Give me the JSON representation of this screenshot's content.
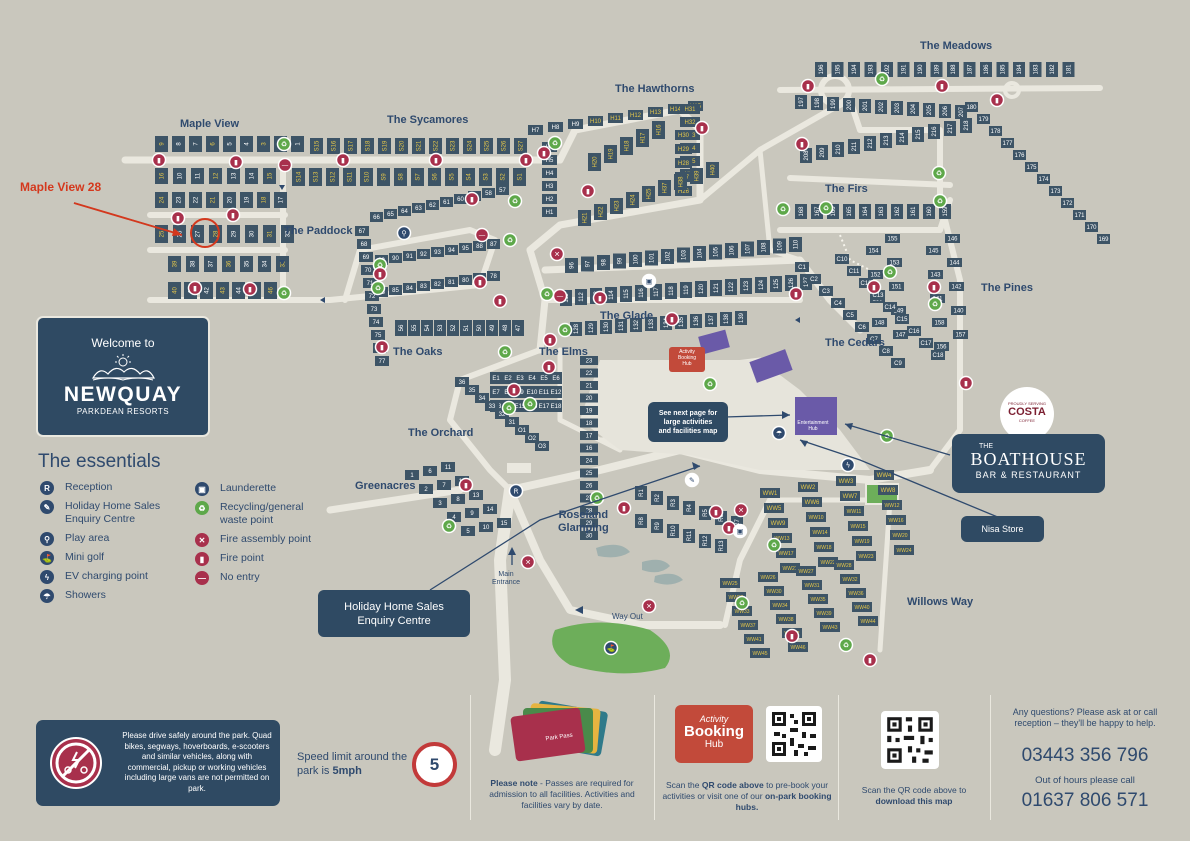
{
  "annotation": {
    "label": "Maple View 28",
    "color": "#d4381d"
  },
  "areas": {
    "maple_view": "Maple View",
    "sycamores": "The Sycamores",
    "hawthorns": "The Hawthorns",
    "meadows": "The Meadows",
    "firs": "The Firs",
    "paddock": "The Paddock",
    "pines": "The Pines",
    "glade": "The Glade",
    "cedars": "The Cedars",
    "oaks": "The Oaks",
    "elms": "The Elms",
    "orchard": "The Orchard",
    "greenacres": "Greenacres",
    "roseland": "Roseland\nGlamping",
    "willows": "Willows Way"
  },
  "welcome": {
    "to": "Welcome to",
    "name": "NEWQUAY",
    "sub": "PARKDEAN RESORTS"
  },
  "essentials": {
    "title": "The essentials",
    "left": [
      {
        "icon": "reception-icon",
        "glyph": "R",
        "label": "Reception"
      },
      {
        "icon": "holiday-home-sales-icon",
        "glyph": "✎",
        "label": "Holiday Home Sales\nEnquiry Centre"
      },
      {
        "icon": "play-area-icon",
        "glyph": "⚲",
        "label": "Play area"
      },
      {
        "icon": "mini-golf-icon",
        "glyph": "⛳",
        "label": "Mini golf"
      },
      {
        "icon": "ev-charging-icon",
        "glyph": "ϟ",
        "label": "EV charging point"
      },
      {
        "icon": "showers-icon",
        "glyph": "☂",
        "label": "Showers"
      }
    ],
    "right": [
      {
        "icon": "launderette-icon",
        "glyph": "▣",
        "label": "Launderette"
      },
      {
        "icon": "recycling-icon",
        "glyph": "♻",
        "label": "Recycling/general\nwaste point"
      },
      {
        "icon": "fire-assembly-icon",
        "glyph": "✕",
        "label": "Fire assembly point"
      },
      {
        "icon": "fire-point-icon",
        "glyph": "▮",
        "label": "Fire point"
      },
      {
        "icon": "no-entry-icon",
        "glyph": "—",
        "label": "No entry"
      }
    ]
  },
  "callouts": {
    "sales": "Holiday Home Sales\nEnquiry Centre",
    "nisa": "Nisa Store",
    "see_next": "See next page for\nlarge activities\nand facilities map",
    "main_entrance": "Main\nEntrance",
    "way_out": "Way Out",
    "entertainment_hub": "Entertainment\nHub",
    "activity_hub_small": "Activity\nBooking\nHub"
  },
  "costa": {
    "top": "PROUDLY SERVING",
    "brand": "COSTA",
    "bottom": "COFFEE"
  },
  "boathouse": {
    "the": "THE",
    "name": "BOATHOUSE",
    "sub": "BAR & RESTAURANT"
  },
  "footer": {
    "safety": "Please drive safely around the park. Quad bikes, segways, hoverboards, e-scooters and similar vehicles, along with commercial, pickup or working vehicles including large vans are not permitted on park.",
    "speed_text": "Speed limit around the park is ",
    "speed_bold": "5mph",
    "speed_value": "5",
    "passes_bold": "Please note",
    "passes_text": " - Passes are required for admission to all facilities. Activities and facilities vary by date.",
    "pass_card": "Park Pass",
    "activity_logo": [
      "Activity",
      "Booking",
      "Hub"
    ],
    "qr_text_1": "Scan the ",
    "qr_text_bold_1": "QR code above",
    "qr_text_2": " to pre-book your activities or visit one of our ",
    "qr_text_bold_2": "on-park booking hubs.",
    "scan_text": "Scan the QR code above to ",
    "scan_bold": "download this map",
    "questions": "Any questions? Please ask at or call reception – they'll be happy to help.",
    "phone1": "03443 356 796",
    "out_hours": "Out of hours please call",
    "phone2": "01637 806 571"
  },
  "colors": {
    "background": "#c9c7bd",
    "road": "#eae8df",
    "navy": "#2f4a63",
    "plot": "#3d5466",
    "yellow": "#e6c84a",
    "fire_red": "#a8304c",
    "recycle_green": "#5ea84a",
    "legend_blue": "#2f4a6e",
    "purple": "#6a5aa8",
    "water": "#9fb0ae",
    "grass": "#6dae5a"
  },
  "plots": [
    {
      "g": "mv",
      "labels": [
        "9",
        "8",
        "7",
        "6",
        "5",
        "4",
        "3",
        "2",
        "1"
      ]
    },
    {
      "g": "mv",
      "labels": [
        "16",
        "10",
        "11",
        "12",
        "13",
        "14",
        "15"
      ]
    },
    {
      "g": "mv",
      "labels": [
        "24",
        "23",
        "22",
        "21",
        "20",
        "19",
        "18",
        "17"
      ]
    },
    {
      "g": "mv",
      "labels": [
        "25",
        "26",
        "27",
        "28",
        "29",
        "30",
        "31",
        "32"
      ]
    },
    {
      "g": "mv",
      "labels": [
        "39",
        "38",
        "37",
        "36",
        "35",
        "34",
        "33"
      ]
    },
    {
      "g": "mv",
      "labels": [
        "40",
        "41",
        "42",
        "43",
        "44",
        "45",
        "46"
      ]
    },
    {
      "g": "syc",
      "labels": [
        "S15",
        "S16",
        "S17",
        "S18",
        "S19",
        "S20",
        "S21",
        "S22",
        "S23",
        "S24",
        "S25",
        "S26",
        "S27"
      ]
    },
    {
      "g": "syc",
      "labels": [
        "S14",
        "S13",
        "S12",
        "S11",
        "S10",
        "S9",
        "S8",
        "S7",
        "S6",
        "S5",
        "S4",
        "S3",
        "S2",
        "S1"
      ]
    },
    {
      "g": "haw",
      "labels": [
        "H7",
        "H8",
        "H9",
        "H10",
        "H11",
        "H12",
        "H13",
        "H14",
        "H15"
      ]
    },
    {
      "g": "haw",
      "labels": [
        "H6",
        "H5",
        "H4",
        "H3",
        "H2",
        "H1"
      ]
    },
    {
      "g": "haw",
      "labels": [
        "H20",
        "H19",
        "H18",
        "H17",
        "H16"
      ]
    },
    {
      "g": "haw",
      "labels": [
        "H31",
        "H32",
        "H33",
        "H34",
        "H35",
        "H36"
      ]
    },
    {
      "g": "haw",
      "labels": [
        "H30",
        "H29",
        "H28",
        "H27",
        "H26"
      ]
    },
    {
      "g": "haw",
      "labels": [
        "H21",
        "H22",
        "H23",
        "H24",
        "H25",
        "H37",
        "H38",
        "H39",
        "H40"
      ]
    },
    {
      "g": "mea",
      "labels": [
        "196",
        "195",
        "194",
        "193",
        "192",
        "191",
        "190",
        "189",
        "188",
        "187",
        "186",
        "185",
        "184",
        "183",
        "182",
        "181"
      ]
    },
    {
      "g": "mea",
      "labels": [
        "197",
        "198",
        "199",
        "200",
        "201",
        "202",
        "203",
        "204",
        "205",
        "206",
        "207"
      ]
    },
    {
      "g": "mea",
      "labels": [
        "180",
        "179",
        "178",
        "177",
        "176",
        "175",
        "174",
        "173",
        "172",
        "171",
        "170",
        "169"
      ]
    },
    {
      "g": "mea",
      "labels": [
        "208",
        "209",
        "210",
        "211",
        "212",
        "213",
        "214",
        "215",
        "216",
        "217",
        "218"
      ]
    },
    {
      "g": "fir",
      "labels": [
        "168",
        "167",
        "166",
        "165",
        "164",
        "163",
        "162",
        "161",
        "160",
        "159"
      ]
    },
    {
      "g": "pin",
      "labels": [
        "146",
        "145",
        "144",
        "143",
        "142",
        "141",
        "140",
        "158",
        "157",
        "156",
        "155",
        "154",
        "153",
        "152",
        "151",
        "150",
        "149",
        "148",
        "147"
      ]
    },
    {
      "g": "pad",
      "labels": [
        "66",
        "65",
        "64",
        "63",
        "62",
        "61",
        "60",
        "59",
        "58",
        "57"
      ]
    },
    {
      "g": "pad",
      "labels": [
        "67",
        "68",
        "69",
        "70",
        "71",
        "72",
        "73",
        "74",
        "75",
        "76",
        "77"
      ]
    },
    {
      "g": "pad",
      "labels": [
        "89",
        "90",
        "91",
        "92",
        "93",
        "94",
        "95",
        "88",
        "87",
        "86",
        "85",
        "84",
        "83",
        "82",
        "81",
        "80",
        "79",
        "78"
      ]
    },
    {
      "g": "gla",
      "labels": [
        "96",
        "97",
        "98",
        "99",
        "100",
        "101",
        "102",
        "103",
        "104",
        "105",
        "106",
        "107",
        "108",
        "109",
        "110"
      ]
    },
    {
      "g": "gla",
      "labels": [
        "111",
        "112",
        "113",
        "114",
        "115",
        "116",
        "117",
        "118",
        "119",
        "120",
        "121",
        "122",
        "123",
        "124",
        "125",
        "126",
        "127"
      ]
    },
    {
      "g": "gla",
      "labels": [
        "128",
        "129",
        "130",
        "131",
        "132",
        "133",
        "134",
        "135",
        "136",
        "137",
        "138",
        "139"
      ]
    },
    {
      "g": "ced",
      "labels": [
        "C1",
        "C2",
        "C3",
        "C4",
        "C5",
        "C6",
        "C7",
        "C8",
        "C9",
        "C10",
        "C11",
        "C12",
        "C13",
        "C14",
        "C15",
        "C16",
        "C17",
        "C18"
      ]
    },
    {
      "g": "oak",
      "labels": [
        "56",
        "55",
        "54",
        "53",
        "52",
        "51",
        "50",
        "49",
        "48",
        "47"
      ]
    },
    {
      "g": "elm",
      "labels": [
        "E1",
        "E2",
        "E3",
        "E4",
        "E5",
        "E6",
        "E7",
        "E8",
        "E9",
        "E10",
        "E11",
        "E12",
        "E13",
        "E14",
        "E15",
        "E16",
        "E17",
        "E18"
      ]
    },
    {
      "g": "elm",
      "labels": [
        "23",
        "22",
        "21",
        "20",
        "19",
        "18",
        "17",
        "16",
        "24",
        "25",
        "26",
        "27",
        "28",
        "29",
        "30"
      ]
    },
    {
      "g": "orc",
      "labels": [
        "36",
        "35",
        "34",
        "33",
        "32",
        "31",
        "O1",
        "O2",
        "O3"
      ]
    },
    {
      "g": "grn",
      "labels": [
        "1",
        "2",
        "3",
        "4",
        "5",
        "6",
        "7",
        "8",
        "9",
        "10",
        "11",
        "12",
        "13",
        "14",
        "15"
      ]
    },
    {
      "g": "ros",
      "labels": [
        "R1",
        "R2",
        "R3",
        "R4",
        "R5",
        "R6",
        "R7",
        "R8",
        "R9",
        "R10",
        "R11",
        "R12",
        "R13"
      ]
    },
    {
      "g": "wil",
      "labels": [
        "WW1",
        "WW2",
        "WW3",
        "WW4",
        "WW5",
        "WW6",
        "WW7",
        "WW8",
        "WW9",
        "WW10",
        "WW11",
        "WW12",
        "WW13",
        "WW14",
        "WW15",
        "WW16",
        "WW17",
        "WW18",
        "WW19",
        "WW20",
        "WW21",
        "WW22",
        "WW23",
        "WW24",
        "WW25",
        "WW26",
        "WW27",
        "WW28",
        "WW29",
        "WW30",
        "WW31",
        "WW32",
        "WW33",
        "WW34",
        "WW35",
        "WW36",
        "WW37",
        "WW38",
        "WW39",
        "WW40",
        "WW41",
        "WW42",
        "WW43",
        "WW44",
        "WW45",
        "WW46"
      ]
    }
  ]
}
